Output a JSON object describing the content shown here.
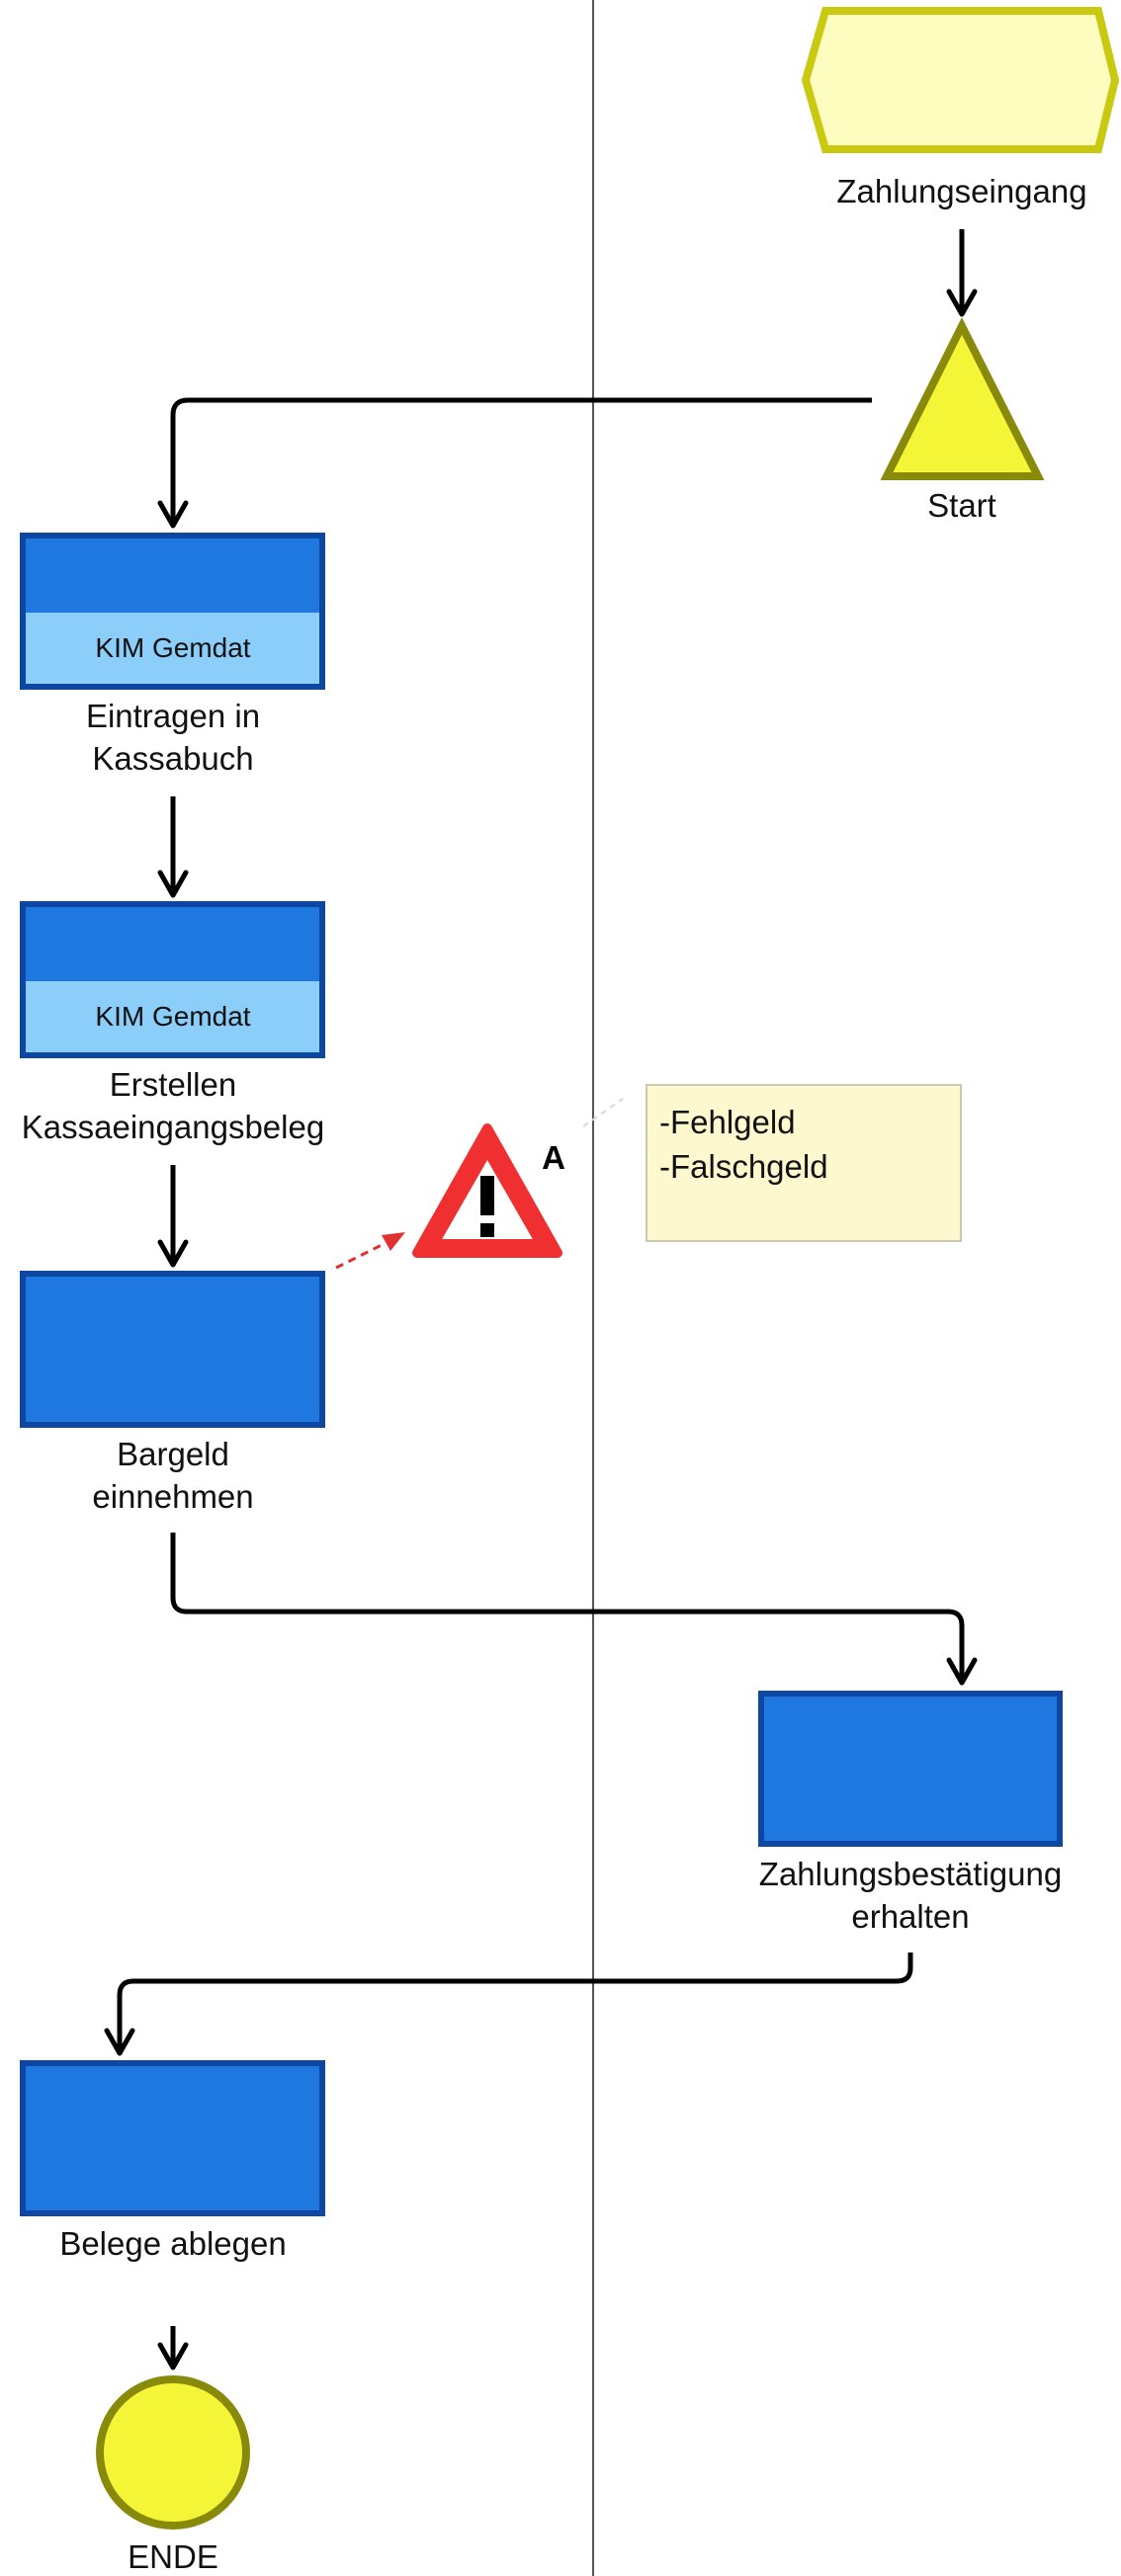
{
  "diagram": {
    "start_event_label": "Zahlungseingang",
    "start_label": "Start",
    "end_label": "ENDE",
    "steps": [
      {
        "id": "eintragen",
        "line1": "Eintragen in",
        "line2": "Kassabuch",
        "system": "KIM Gemdat"
      },
      {
        "id": "erstellen",
        "line1": "Erstellen",
        "line2": "Kassaeingangsbeleg",
        "system": "KIM Gemdat"
      },
      {
        "id": "bargeld",
        "line1": "Bargeld",
        "line2": "einnehmen"
      },
      {
        "id": "zahlungsbestaetigung",
        "line1": "Zahlungsbestätigung",
        "line2": "erhalten"
      },
      {
        "id": "belege",
        "line1": "Belege ablegen"
      }
    ],
    "risk": {
      "marker": "A"
    },
    "note": {
      "lines": [
        "-Fehlgeld",
        "-Falschgeld"
      ]
    },
    "colors": {
      "activity_fill": "#1f78e0",
      "activity_border": "#0d47a1",
      "system_fill": "#8ccefa",
      "event_fill": "#f5f538",
      "event_border": "#8a8a0a",
      "start_event_fill": "#fdfdc0",
      "start_event_border": "#c9c912",
      "risk_red": "#f03030",
      "note_fill": "#fdf8ce",
      "lane_line": "#555555"
    }
  }
}
